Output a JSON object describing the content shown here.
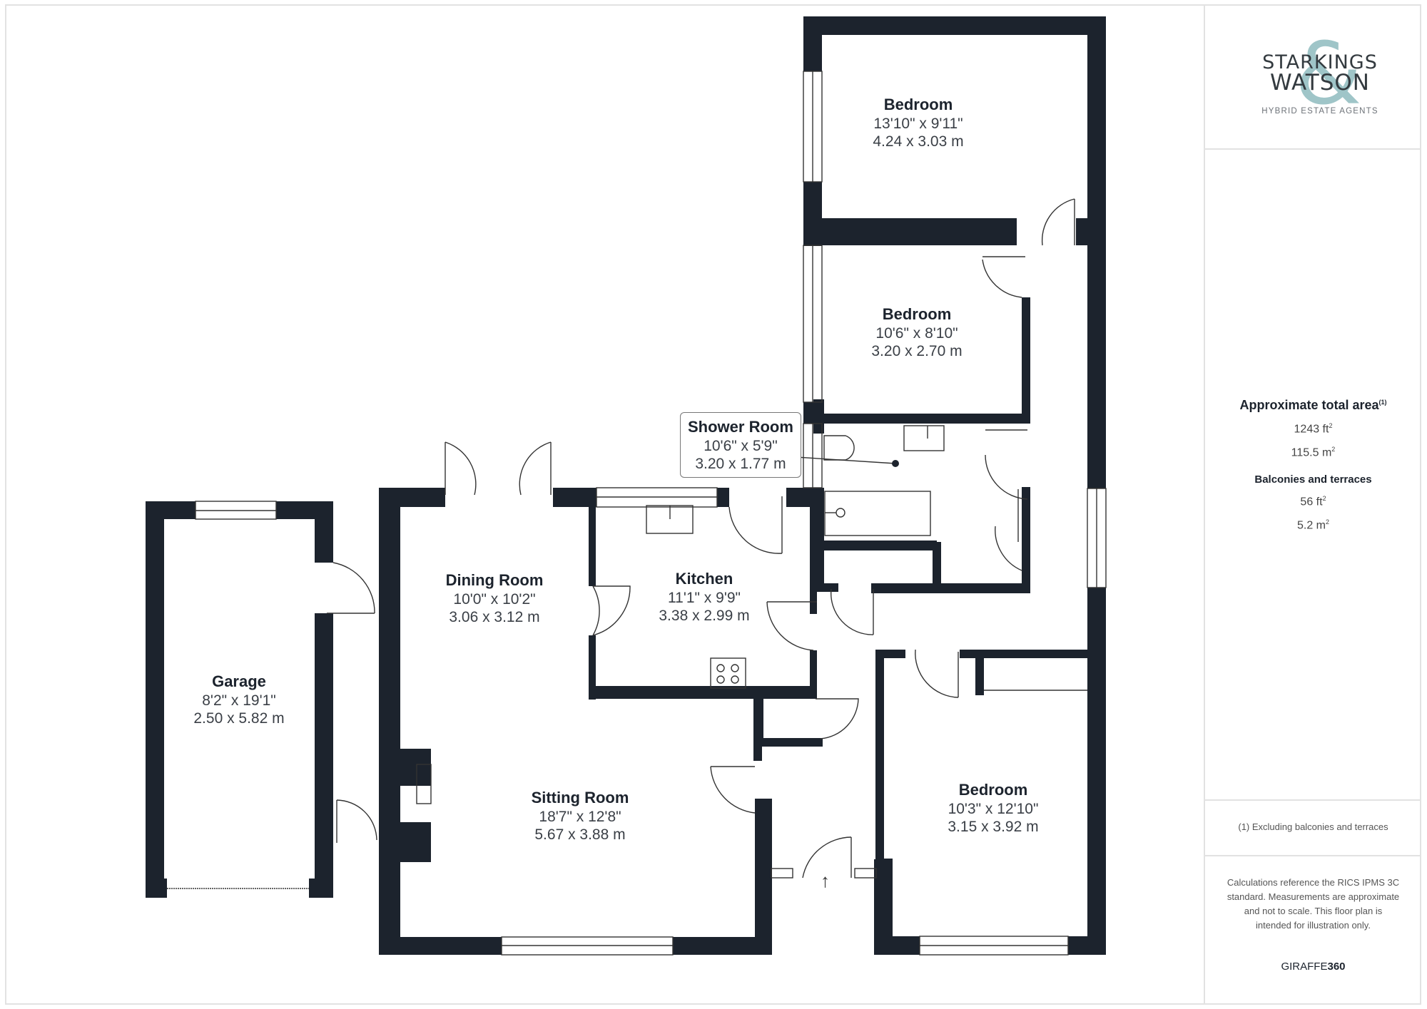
{
  "branding": {
    "agent_name_line1": "STARKINGS",
    "agent_name_line2": "WATSON",
    "ampersand": "&",
    "tagline": "HYBRID ESTATE AGENTS",
    "accent_color": "#9fc5c8",
    "wall_color": "#1c232d"
  },
  "rooms": [
    {
      "id": "bedroom-1",
      "name": "Bedroom",
      "imperial": "13'10\" x 9'11\"",
      "metric": "4.24 x 3.03 m"
    },
    {
      "id": "bedroom-2",
      "name": "Bedroom",
      "imperial": "10'6\" x 8'10\"",
      "metric": "3.20 x 2.70 m"
    },
    {
      "id": "shower-room",
      "name": "Shower Room",
      "imperial": "10'6\" x 5'9\"",
      "metric": "3.20 x 1.77 m"
    },
    {
      "id": "dining-room",
      "name": "Dining Room",
      "imperial": "10'0\" x 10'2\"",
      "metric": "3.06 x 3.12 m"
    },
    {
      "id": "kitchen",
      "name": "Kitchen",
      "imperial": "11'1\" x 9'9\"",
      "metric": "3.38 x 2.99 m"
    },
    {
      "id": "garage",
      "name": "Garage",
      "imperial": "8'2\" x 19'1\"",
      "metric": "2.50 x 5.82 m"
    },
    {
      "id": "sitting-room",
      "name": "Sitting Room",
      "imperial": "18'7\" x 12'8\"",
      "metric": "5.67 x 3.88 m"
    },
    {
      "id": "bedroom-3",
      "name": "Bedroom",
      "imperial": "10'3\" x 12'10\"",
      "metric": "3.15 x 3.92 m"
    }
  ],
  "summary": {
    "total_area_title": "Approximate total area",
    "total_area_footnote_mark": "(1)",
    "total_area_ft": "1243 ft",
    "total_area_m": "115.5 m",
    "balconies_title": "Balconies and terraces",
    "balconies_ft": "56 ft",
    "balconies_m": "5.2 m",
    "sq": "2"
  },
  "footnote": "(1) Excluding balconies and terraces",
  "disclaimer": "Calculations reference the RICS IPMS 3C standard. Measurements are approximate and not to scale. This floor plan is intended for illustration only.",
  "provider": {
    "name": "GIRAFFE",
    "number": "360"
  },
  "entrance_arrow": "↑"
}
